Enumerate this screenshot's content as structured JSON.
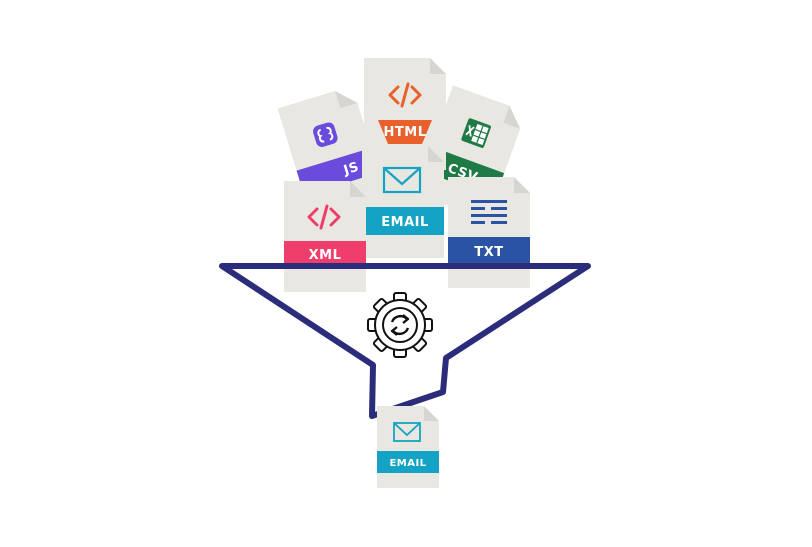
{
  "diagram": {
    "input_files": [
      {
        "id": "js",
        "label": "JS",
        "color": "#6a4bdc"
      },
      {
        "id": "html",
        "label": "HTML",
        "color": "#e8612c"
      },
      {
        "id": "csv",
        "label": "CSV",
        "color": "#1f7a45"
      },
      {
        "id": "email",
        "label": "EMAIL",
        "color": "#14a3c4"
      },
      {
        "id": "xml",
        "label": "XML",
        "color": "#ef3e6b"
      },
      {
        "id": "txt",
        "label": "TXT",
        "color": "#2a53a3"
      }
    ],
    "output_file": {
      "id": "email-out",
      "label": "EMAIL",
      "color": "#14a3c4"
    },
    "colors": {
      "paper": "#e8e7e1",
      "paper_fold": "#d6d5cf",
      "funnel": "#2b2d7a",
      "gear": "#111111"
    },
    "icons": {
      "processor": "gear-refresh-icon",
      "funnel": "funnel-icon"
    }
  }
}
